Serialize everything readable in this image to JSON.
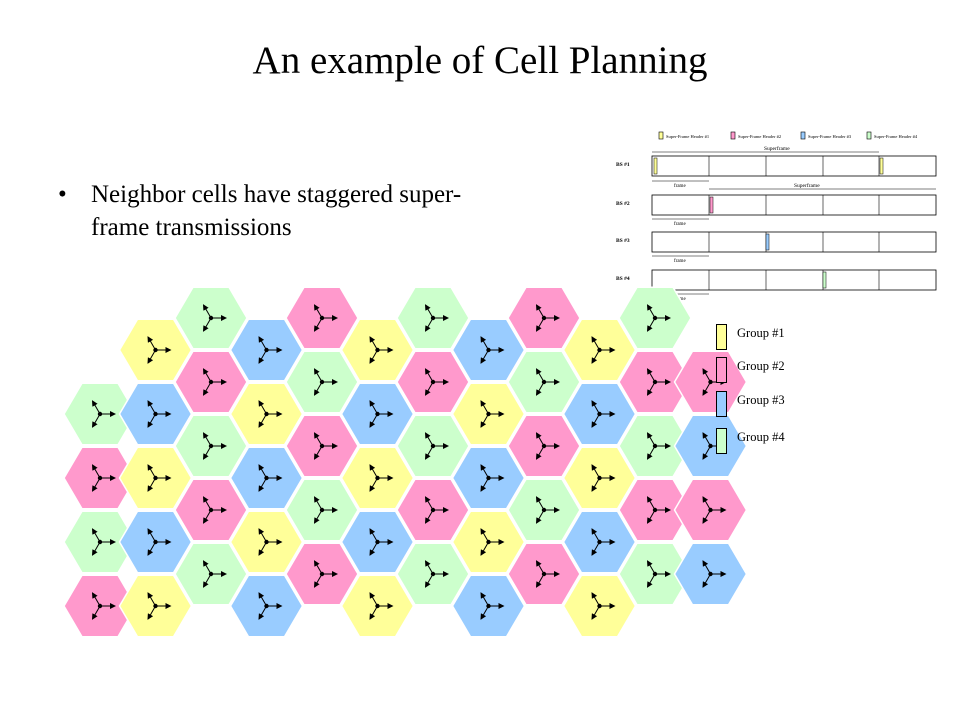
{
  "title": "An example of Cell Planning",
  "bullet": {
    "line1": "Neighbor cells have staggered super-",
    "line2": "frame transmissions"
  },
  "timing": {
    "header_legend": [
      {
        "label": "Super-Frame Header #1",
        "color": "#ffff99"
      },
      {
        "label": "Super-Frame Header #2",
        "color": "#ff99cc"
      },
      {
        "label": "Super-Frame Header #3",
        "color": "#99ccff"
      },
      {
        "label": "Super-Frame Header #4",
        "color": "#ccffcc"
      }
    ],
    "superframe_label": "Superframe",
    "frame_label": "frame",
    "stations": [
      "BS #1",
      "BS #2",
      "BS #3",
      "BS #4"
    ]
  },
  "legend": [
    {
      "label": "Group #1",
      "color": "#ffff99"
    },
    {
      "label": "Group #2",
      "color": "#ff99cc"
    },
    {
      "label": "Group #3",
      "color": "#99ccff"
    },
    {
      "label": "Group #4",
      "color": "#ccffcc"
    }
  ],
  "cell_colors": {
    "yellow": "#ffff99",
    "pink": "#ff99cc",
    "blue": "#99ccff",
    "green": "#ccffcc"
  }
}
